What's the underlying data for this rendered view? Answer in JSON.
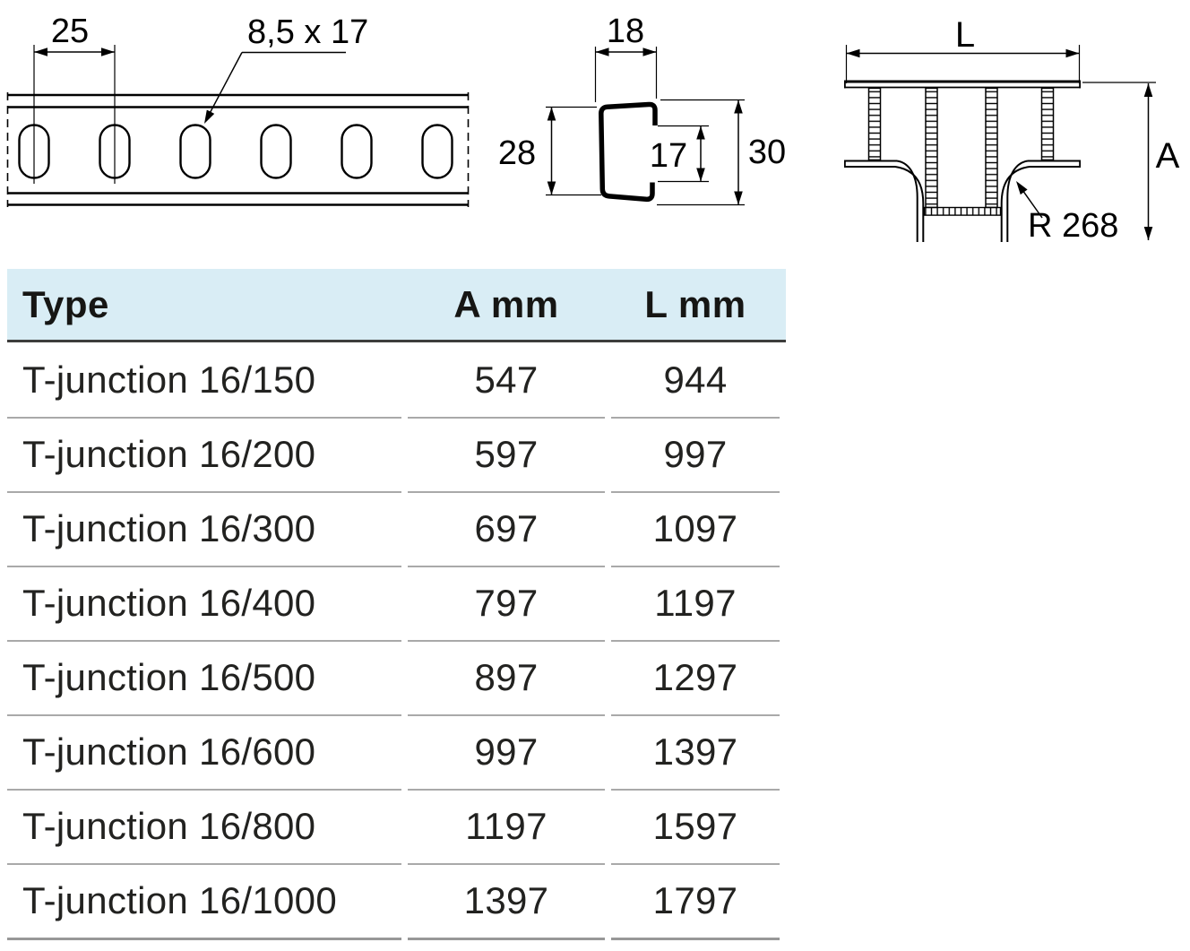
{
  "drawings": {
    "strip": {
      "pitch_dim": "25",
      "slot_size_label": "8,5 x 17"
    },
    "profile": {
      "width_dim": "18",
      "left_height_dim": "28",
      "opening_dim": "17",
      "right_height_dim": "30"
    },
    "t_junction": {
      "length_dim": "L",
      "height_dim": "A",
      "radius_label": "R 268"
    }
  },
  "table": {
    "headers": [
      "Type",
      "A mm",
      "L mm"
    ],
    "rows": [
      {
        "type": "T-junction 16/150",
        "a": "547",
        "l": "944"
      },
      {
        "type": "T-junction 16/200",
        "a": "597",
        "l": "997"
      },
      {
        "type": "T-junction 16/300",
        "a": "697",
        "l": "1097"
      },
      {
        "type": "T-junction 16/400",
        "a": "797",
        "l": "1197"
      },
      {
        "type": "T-junction 16/500",
        "a": "897",
        "l": "1297"
      },
      {
        "type": "T-junction 16/600",
        "a": "997",
        "l": "1397"
      },
      {
        "type": "T-junction 16/800",
        "a": "1197",
        "l": "1597"
      },
      {
        "type": "T-junction 16/1000",
        "a": "1397",
        "l": "1797"
      }
    ]
  },
  "colors": {
    "header_bg": "#d9edf5",
    "header_rule": "#3d3d3c",
    "row_rule": "#a9a9a9",
    "drawing_line": "#000000"
  }
}
